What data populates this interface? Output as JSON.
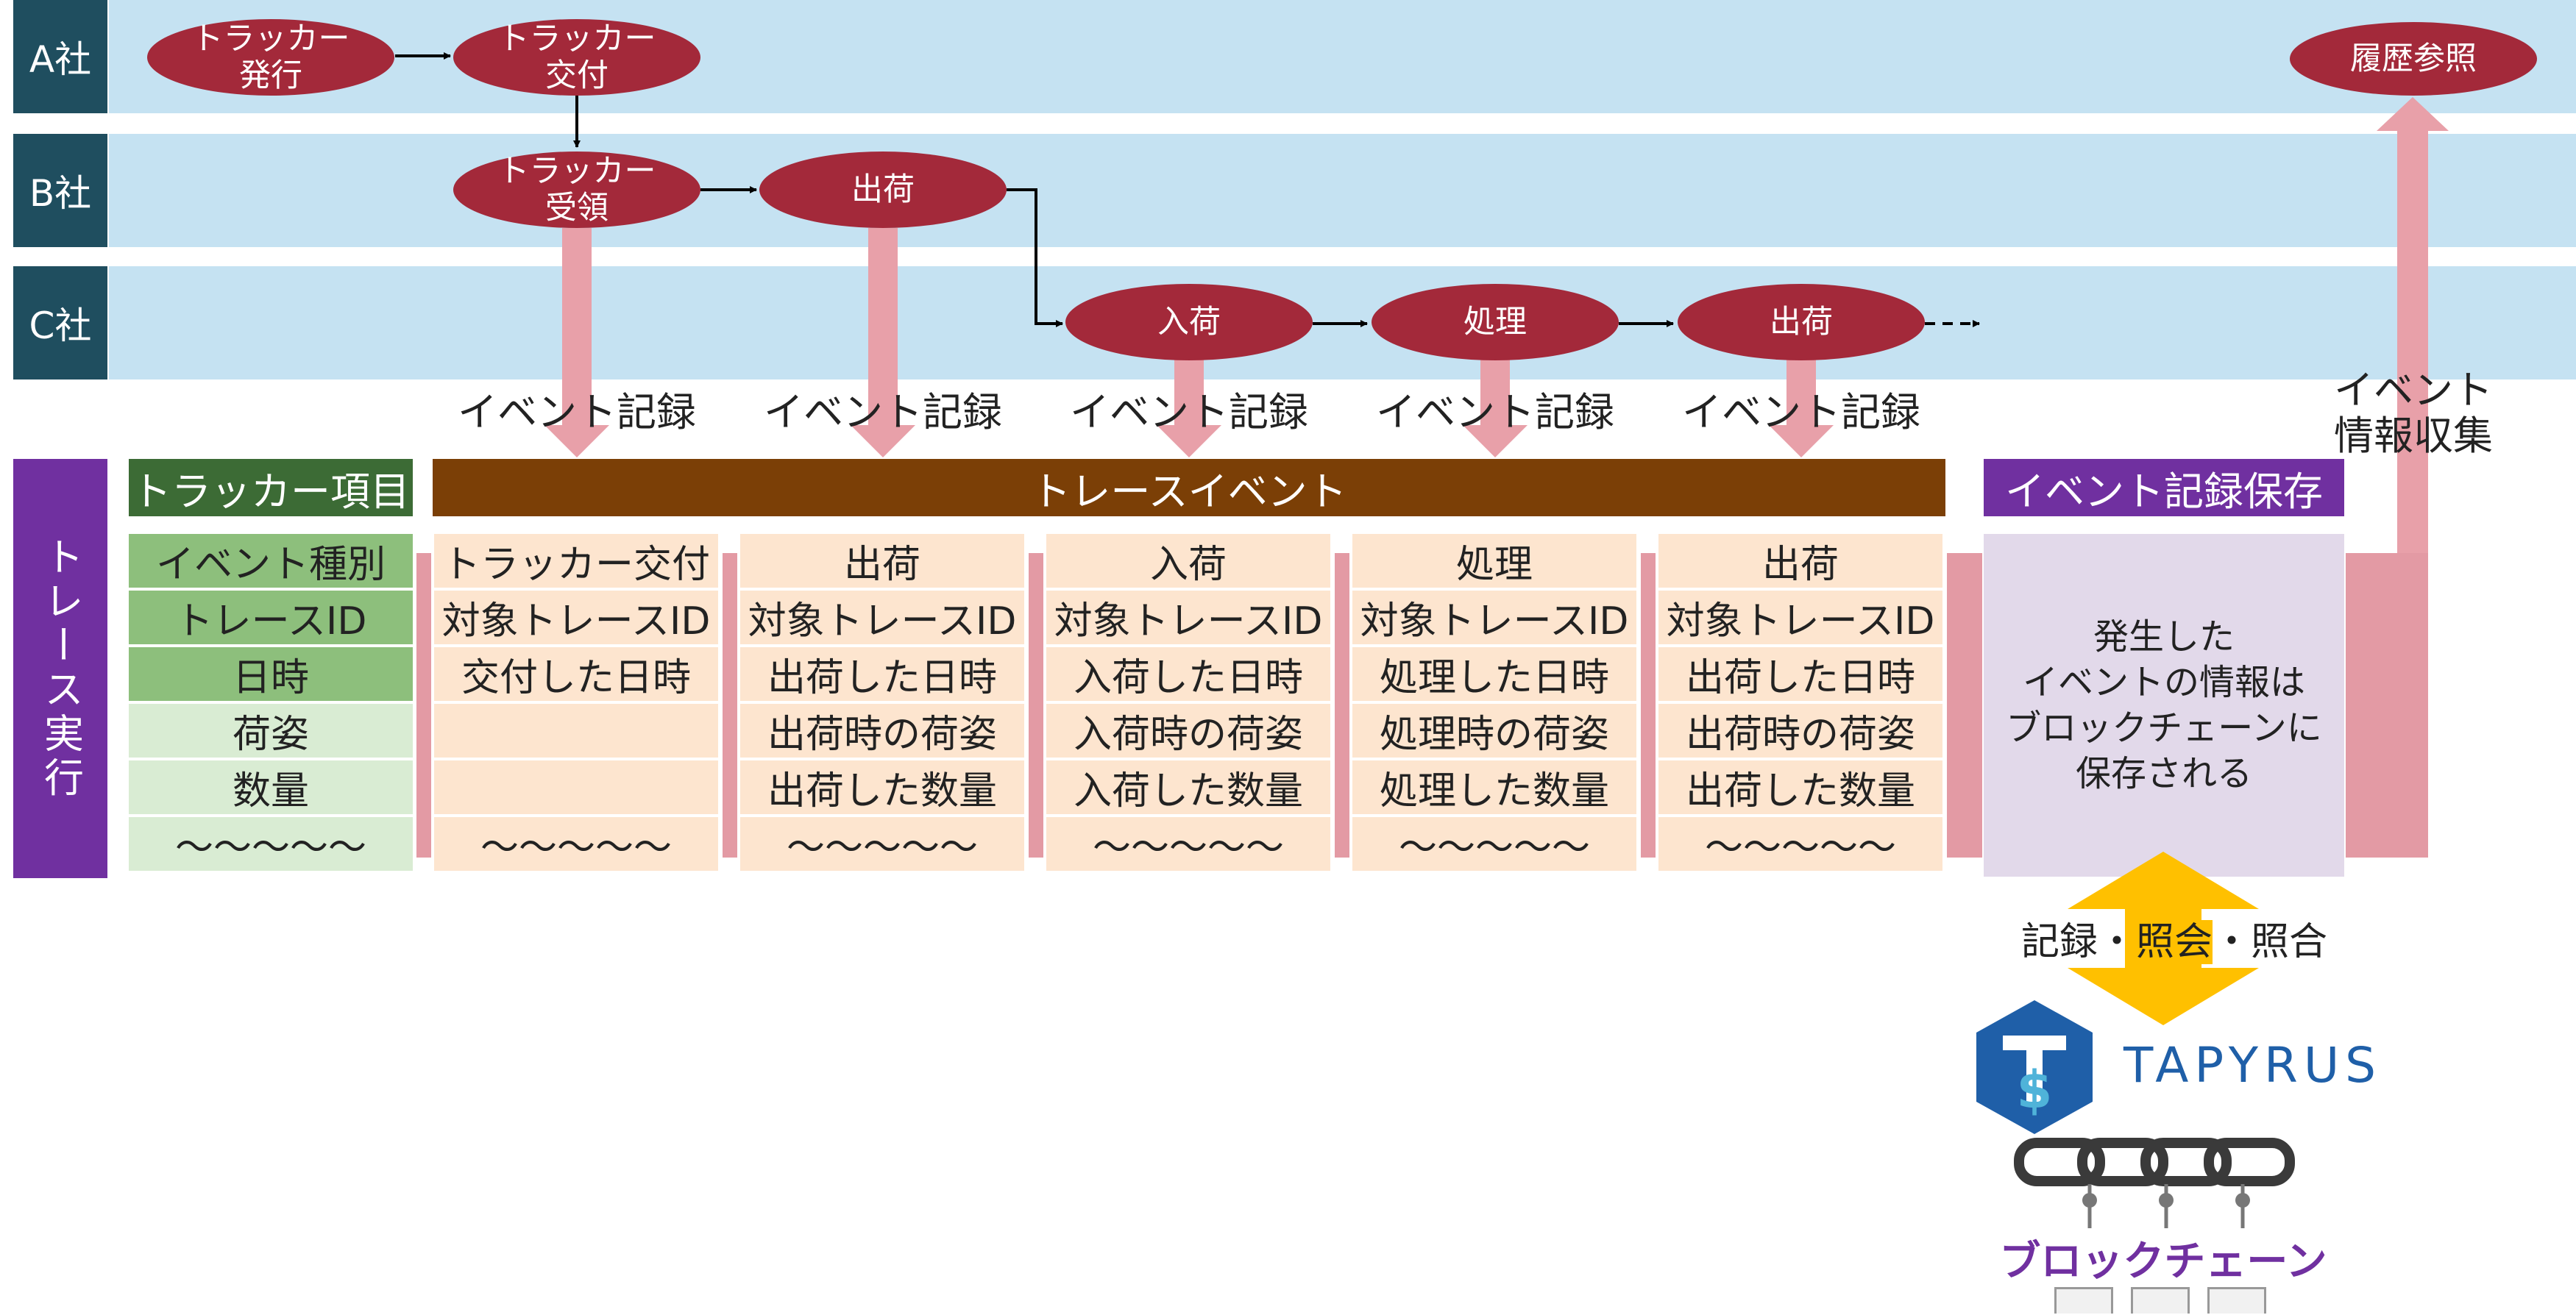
{
  "lanes": [
    {
      "label": "A社"
    },
    {
      "label": "B社"
    },
    {
      "label": "C社"
    }
  ],
  "nodes": {
    "tracker_issue": "トラッカー\n発行",
    "tracker_deliver": "トラッカー\n交付",
    "tracker_receive": "トラッカー\n受領",
    "ship_b": "出荷",
    "arrive_c": "入荷",
    "process_c": "処理",
    "ship_c": "出荷",
    "history": "履歴参照"
  },
  "event_record_label": "イベント記録",
  "event_collect_label": "イベント\n情報収集",
  "trace_exec_label": "トレース実行",
  "headers": {
    "tracker_items": "トラッカー項目",
    "trace_event": "トレースイベント",
    "save_event": "イベント記録保存"
  },
  "tracker_items": [
    "イベント種別",
    "トレースID",
    "日時",
    "荷姿",
    "数量",
    "～～～～～"
  ],
  "event_columns": [
    {
      "rows": [
        "トラッカー交付",
        "対象トレースID",
        "交付した日時",
        "",
        "",
        "～～～～～"
      ]
    },
    {
      "rows": [
        "出荷",
        "対象トレースID",
        "出荷した日時",
        "出荷時の荷姿",
        "出荷した数量",
        "～～～～～"
      ]
    },
    {
      "rows": [
        "入荷",
        "対象トレースID",
        "入荷した日時",
        "入荷時の荷姿",
        "入荷した数量",
        "～～～～～"
      ]
    },
    {
      "rows": [
        "処理",
        "対象トレースID",
        "処理した日時",
        "処理時の荷姿",
        "処理した数量",
        "～～～～～"
      ]
    },
    {
      "rows": [
        "出荷",
        "対象トレースID",
        "出荷した日時",
        "出荷時の荷姿",
        "出荷した数量",
        "～～～～～"
      ]
    }
  ],
  "save_box_text": "発生した\nイベントの情報は\nブロックチェーンに\n保存される",
  "link_label": {
    "part1": "記録・",
    "part2": "照会",
    "part3": "・照合"
  },
  "brand": {
    "name": "TAPYRUS",
    "blockchain_label": "ブロックチェーン"
  },
  "colors": {
    "lane": "#c5e2f2",
    "lane_label": "#1f4e5f",
    "node": "#a3293a",
    "event_header": "#7b3f06",
    "tracker_header": "#3c6b35",
    "save_header": "#7030a0",
    "pink_arrow": "#e8a0a9",
    "cell": "#fde5cf",
    "gold_arrow": "#ffc000"
  }
}
